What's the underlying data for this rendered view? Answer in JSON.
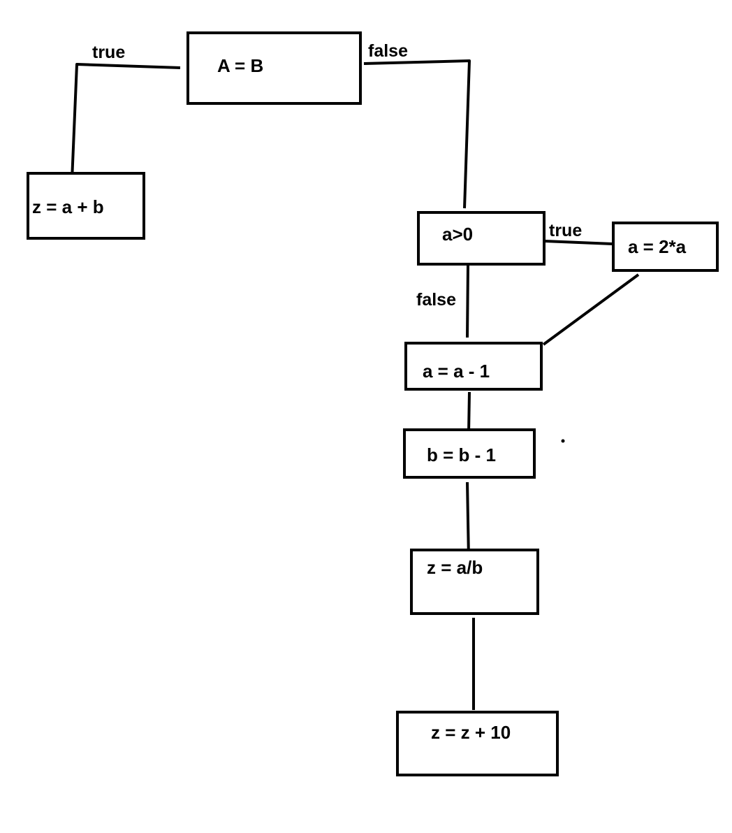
{
  "diagram": {
    "nodes": {
      "cond_ab": "A = B",
      "z_sum": "z = a + b",
      "cond_a_pos": "a>0",
      "a_double": "a = 2*a",
      "a_dec": "a = a - 1",
      "b_dec": "b = b - 1",
      "z_div": "z = a/b",
      "z_add10": "z = z + 10"
    },
    "edge_labels": {
      "ab_true": "true",
      "ab_false": "false",
      "apos_true": "true",
      "apos_false": "false"
    },
    "colors": {
      "stroke": "#000000",
      "background": "#ffffff"
    }
  }
}
